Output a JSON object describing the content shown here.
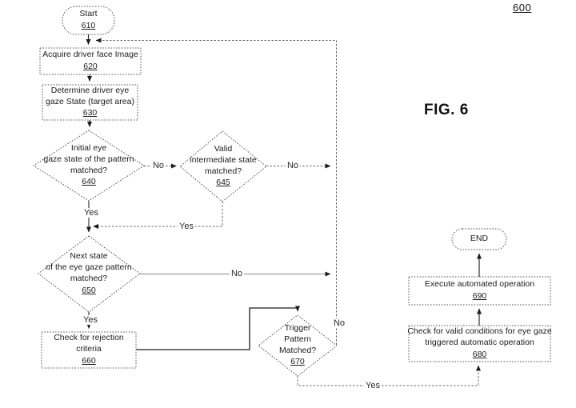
{
  "figure": {
    "ref": "600",
    "caption": "FIG. 6"
  },
  "nodes": {
    "start": {
      "label": [
        "Start"
      ],
      "ref": "610"
    },
    "acquire": {
      "label": [
        "Acquire driver face Image"
      ],
      "ref": "620"
    },
    "determine": {
      "label": [
        "Determine driver eye",
        "gaze State (target area)"
      ],
      "ref": "630"
    },
    "initial": {
      "label": [
        "Initial eye",
        "gaze state of the pattern",
        "matched?"
      ],
      "ref": "640"
    },
    "intermediate": {
      "label": [
        "Valid",
        "intermediate state",
        "matched?"
      ],
      "ref": "645"
    },
    "next_state": {
      "label": [
        "Next state",
        "of the eye gaze pattern",
        "matched?"
      ],
      "ref": "650"
    },
    "rejection": {
      "label": [
        "Check for rejection",
        "criteria"
      ],
      "ref": "660"
    },
    "trigger": {
      "label": [
        "Trigger",
        "Pattern",
        "Matched?"
      ],
      "ref": "670"
    },
    "conditions": {
      "label": [
        "Check for valid conditions for eye gaze",
        "triggered automatic operation"
      ],
      "ref": "680"
    },
    "execute": {
      "label": [
        "Execute automated operation"
      ],
      "ref": "690"
    },
    "end": {
      "label": [
        "END"
      ]
    }
  },
  "edge_labels": {
    "initial_no": "No",
    "intermediate_no": "No",
    "initial_yes": "Yes",
    "intermediate_yes": "Yes",
    "next_state_no": "No",
    "next_state_yes": "Yes",
    "trigger_no": "No",
    "trigger_yes": "Yes"
  },
  "colors": {
    "ink": "#1c1c1c",
    "dotted_line": "#666666",
    "solid_line": "#2b2b2b",
    "background": "#ffffff"
  }
}
